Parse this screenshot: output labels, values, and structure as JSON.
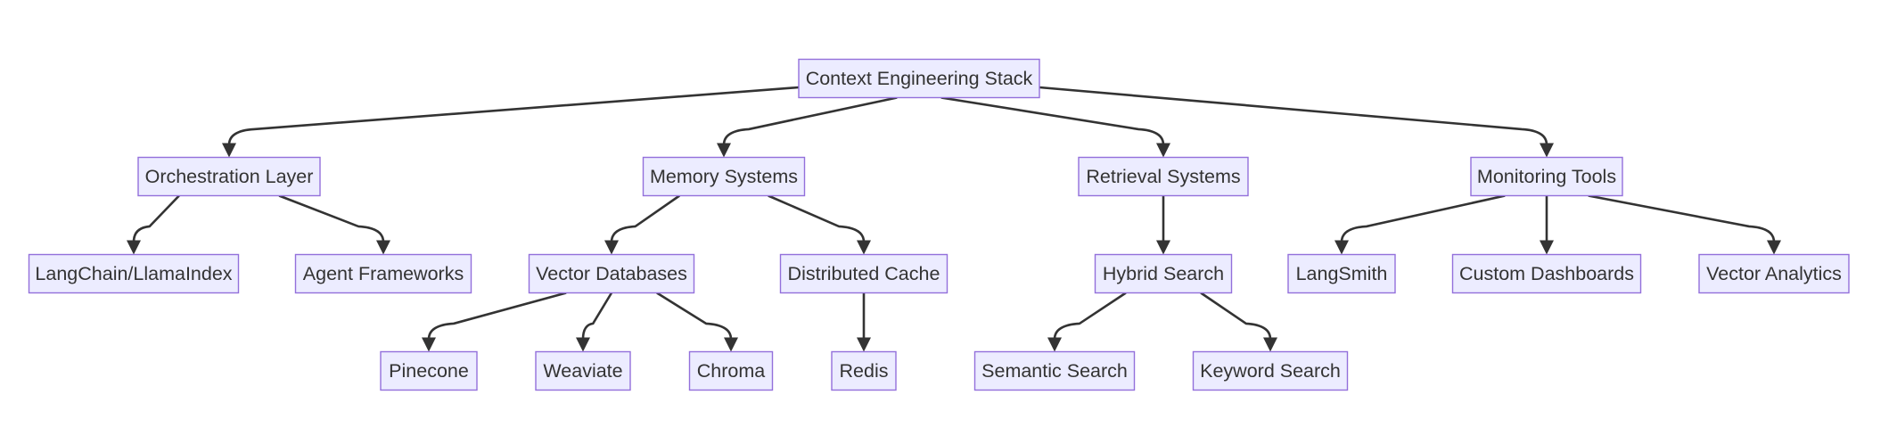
{
  "diagram": {
    "type": "tree",
    "colors": {
      "node_fill": "#ECECFF",
      "node_border": "#9370DB",
      "text": "#333333",
      "edge": "#333333"
    },
    "nodes": {
      "root": "Context Engineering Stack",
      "orchestration": "Orchestration Layer",
      "memory": "Memory Systems",
      "retrieval": "Retrieval Systems",
      "monitoring": "Monitoring Tools",
      "langchain": "LangChain/LlamaIndex",
      "agent_frameworks": "Agent Frameworks",
      "vector_databases": "Vector Databases",
      "distributed_cache": "Distributed Cache",
      "hybrid_search": "Hybrid Search",
      "langsmith": "LangSmith",
      "custom_dashboards": "Custom Dashboards",
      "vector_analytics": "Vector Analytics",
      "pinecone": "Pinecone",
      "weaviate": "Weaviate",
      "chroma": "Chroma",
      "redis": "Redis",
      "semantic_search": "Semantic Search",
      "keyword_search": "Keyword Search"
    },
    "edges": [
      [
        "root",
        "orchestration"
      ],
      [
        "root",
        "memory"
      ],
      [
        "root",
        "retrieval"
      ],
      [
        "root",
        "monitoring"
      ],
      [
        "orchestration",
        "langchain"
      ],
      [
        "orchestration",
        "agent_frameworks"
      ],
      [
        "memory",
        "vector_databases"
      ],
      [
        "memory",
        "distributed_cache"
      ],
      [
        "retrieval",
        "hybrid_search"
      ],
      [
        "monitoring",
        "langsmith"
      ],
      [
        "monitoring",
        "custom_dashboards"
      ],
      [
        "monitoring",
        "vector_analytics"
      ],
      [
        "vector_databases",
        "pinecone"
      ],
      [
        "vector_databases",
        "weaviate"
      ],
      [
        "vector_databases",
        "chroma"
      ],
      [
        "distributed_cache",
        "redis"
      ],
      [
        "hybrid_search",
        "semantic_search"
      ],
      [
        "hybrid_search",
        "keyword_search"
      ]
    ]
  }
}
